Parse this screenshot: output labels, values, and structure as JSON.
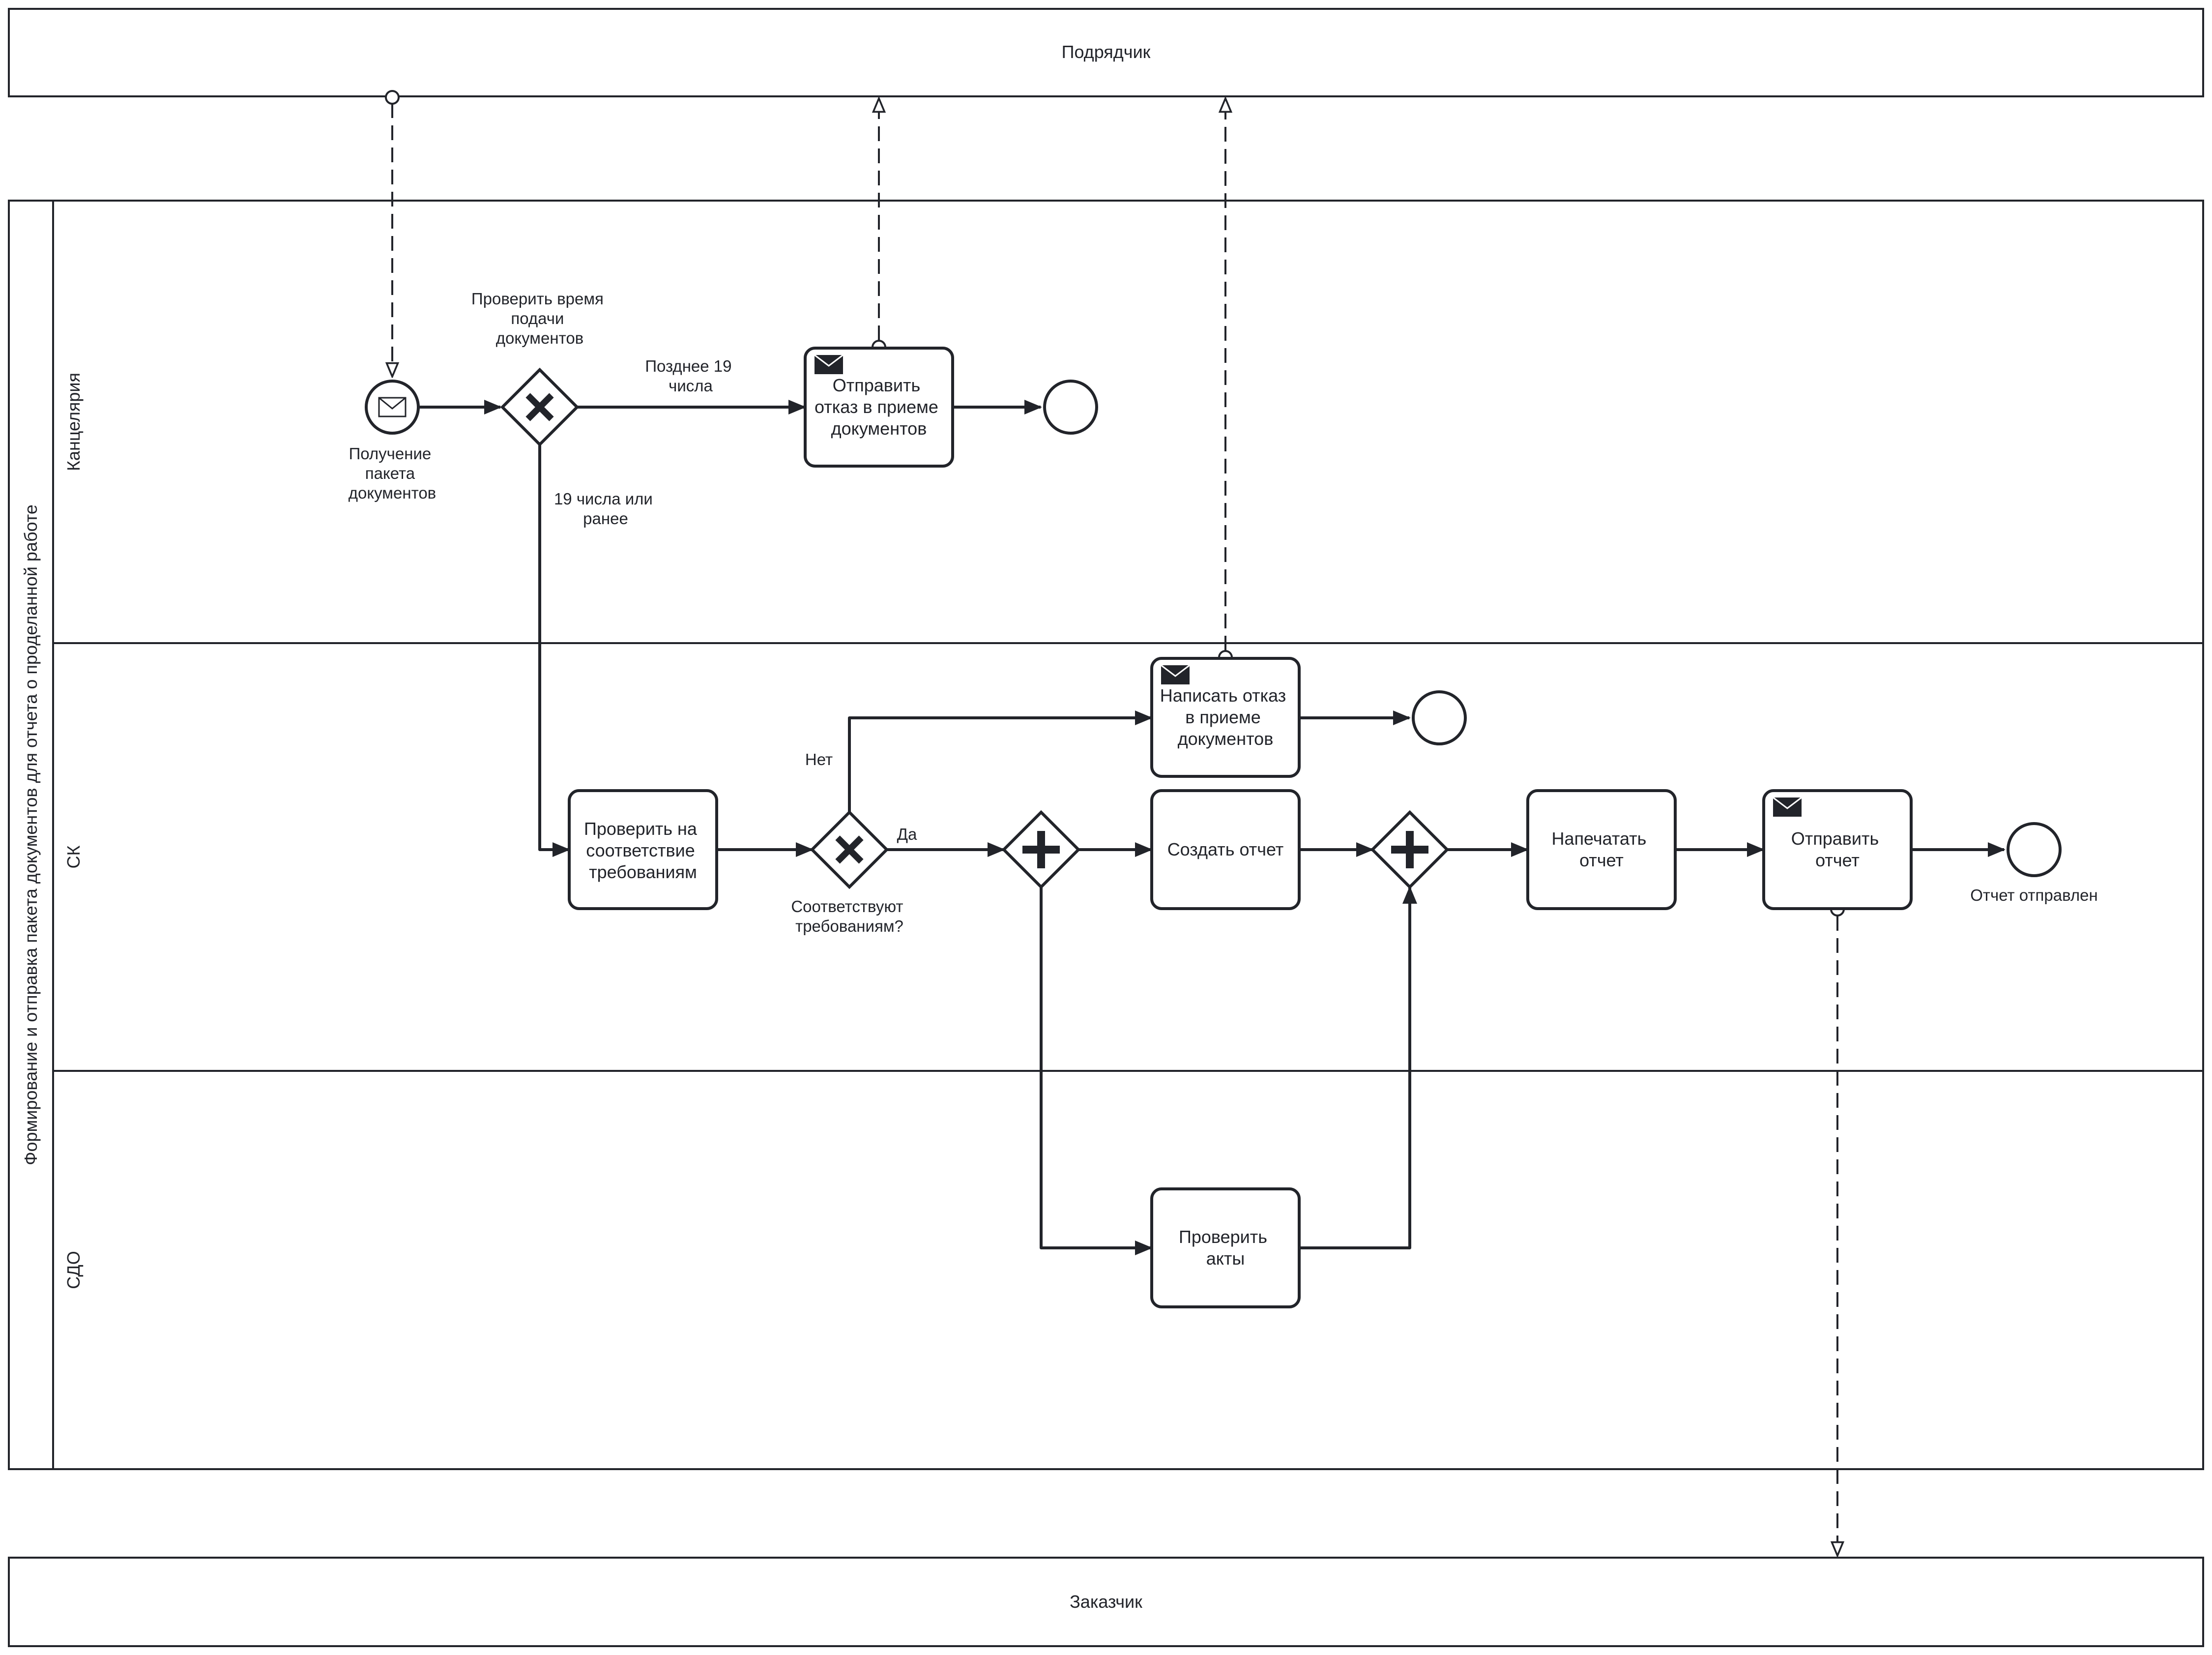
{
  "pools": {
    "contractor": "Подрядчик",
    "process": "Формирование и отправка пакета документов для отчета о проделанной работе",
    "customer": "Заказчик"
  },
  "lanes": {
    "office": "Канцелярия",
    "sk": "СК",
    "sdo": "СДО"
  },
  "events": {
    "start_label": "Получение пакета документов",
    "end_sent_label": "Отчет отправлен"
  },
  "gateways": {
    "check_time_label": "Проверить время подачи документов",
    "requirements_label": "Соответствуют требованиям?"
  },
  "tasks": {
    "send_refusal": "Отправить отказ в приеме документов",
    "write_refusal": "Написать отказ в приеме документов",
    "check_requirements": "Проверить на соответствие требованиям",
    "create_report": "Создать отчет",
    "print_report": "Напечатать отчет",
    "send_report": "Отправить отчет",
    "check_acts": "Проверить акты"
  },
  "flows": {
    "later": "Позднее 19 числа",
    "earlier": "19 числа или ранее",
    "no": "Нет",
    "yes": "Да"
  },
  "colors": {
    "stroke": "#22242a",
    "fill": "#ffffff"
  },
  "icons": {
    "message_start": "envelope-outline-icon",
    "message_send": "envelope-filled-icon",
    "exclusive_gateway": "x-icon",
    "parallel_gateway": "plus-icon"
  }
}
